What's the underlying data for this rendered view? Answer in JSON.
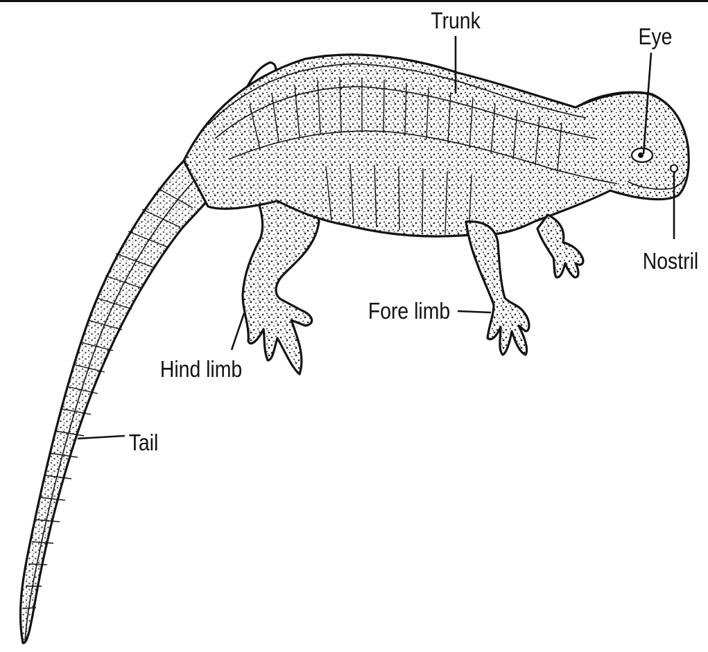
{
  "diagram": {
    "subject": "lizard external features",
    "labels": {
      "trunk": "Trunk",
      "eye": "Eye",
      "nostril": "Nostril",
      "fore_limb": "Fore limb",
      "hind_limb": "Hind limb",
      "tail": "Tail"
    },
    "colors": {
      "ink": "#111111",
      "background": "#ffffff"
    }
  }
}
